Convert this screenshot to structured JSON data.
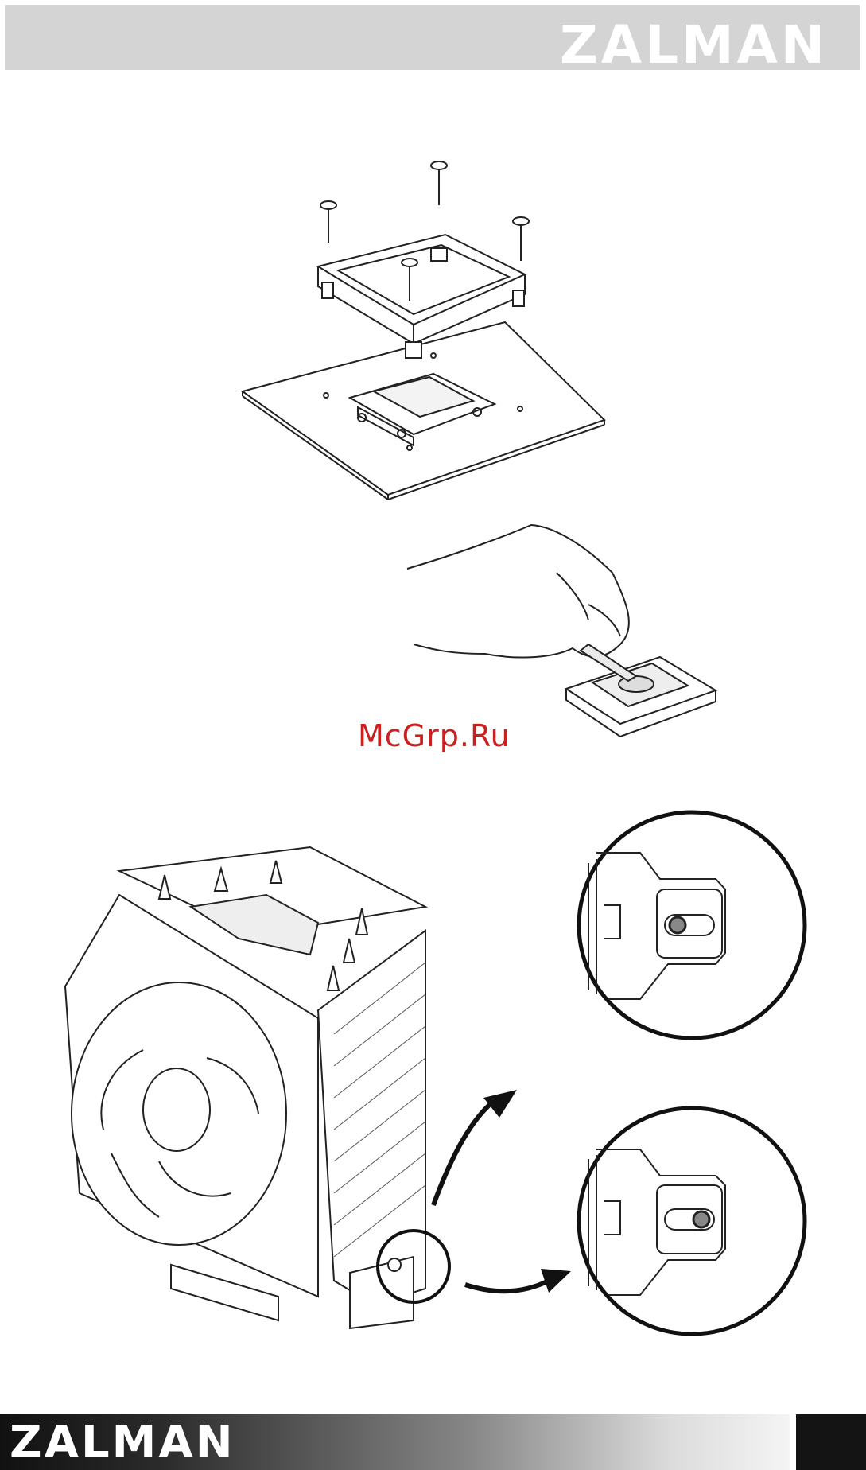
{
  "header": {
    "brand": "ZALMAN"
  },
  "watermark": {
    "text": "McGrp.Ru",
    "color": "#cc1f1f"
  },
  "footer": {
    "brand": "ZALMAN"
  },
  "figures": {
    "mount_assembly": {
      "icon": "mounting-bracket-illustration"
    },
    "thermal_paste": {
      "icon": "thermal-paste-hand-illustration"
    },
    "cooler": {
      "icon": "cpu-cooler-illustration"
    },
    "detail_top": {
      "icon": "slot-detail-left-illustration"
    },
    "detail_bottom": {
      "icon": "slot-detail-right-illustration"
    }
  }
}
